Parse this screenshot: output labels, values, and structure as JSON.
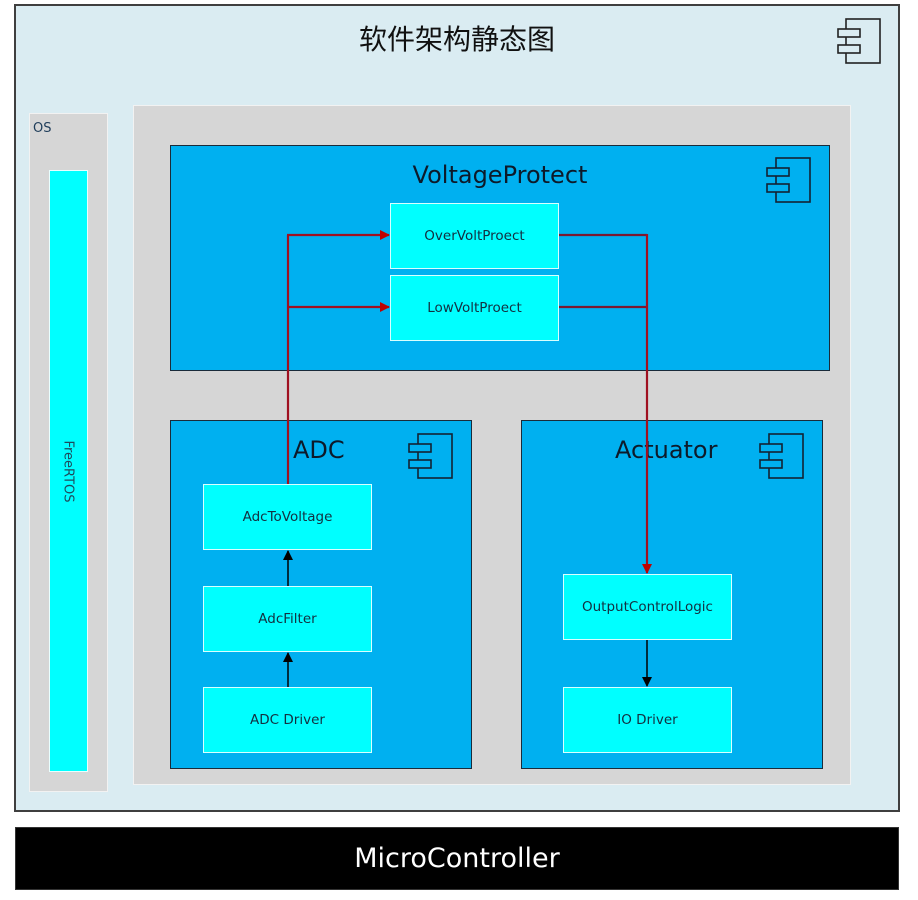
{
  "diagram": {
    "title": "软件架构静态图",
    "os": {
      "label": "OS",
      "component": "FreeRTOS"
    },
    "components": [
      {
        "id": "vp",
        "name": "VoltageProtect",
        "modules": [
          "OverVoltProect",
          "LowVoltProect"
        ]
      },
      {
        "id": "adc",
        "name": "ADC",
        "modules": [
          "AdcToVoltage",
          "AdcFilter",
          "ADC Driver"
        ]
      },
      {
        "id": "act",
        "name": "Actuator",
        "modules": [
          "OutputControlLogic",
          "IO Driver"
        ]
      }
    ],
    "hardware": "MicroController",
    "connections": [
      {
        "from": "ADC Driver",
        "to": "AdcFilter",
        "style": "black"
      },
      {
        "from": "AdcFilter",
        "to": "AdcToVoltage",
        "style": "black"
      },
      {
        "from": "AdcToVoltage",
        "to": "OverVoltProect",
        "style": "red"
      },
      {
        "from": "AdcToVoltage",
        "to": "LowVoltProect",
        "style": "red"
      },
      {
        "from": "OverVoltProect",
        "to": "OutputControlLogic",
        "style": "red"
      },
      {
        "from": "LowVoltProect",
        "to": "OutputControlLogic",
        "style": "red"
      },
      {
        "from": "OutputControlLogic",
        "to": "IO Driver",
        "style": "black"
      }
    ],
    "icons": {
      "component": "uml-component-icon"
    },
    "colors": {
      "background": "#daecf2",
      "panel": "#d6d6d6",
      "component": "#00b0f0",
      "module": "#00ffff",
      "data_flow": "#c00000",
      "call_flow": "#000000",
      "hardware": "#000000"
    }
  }
}
